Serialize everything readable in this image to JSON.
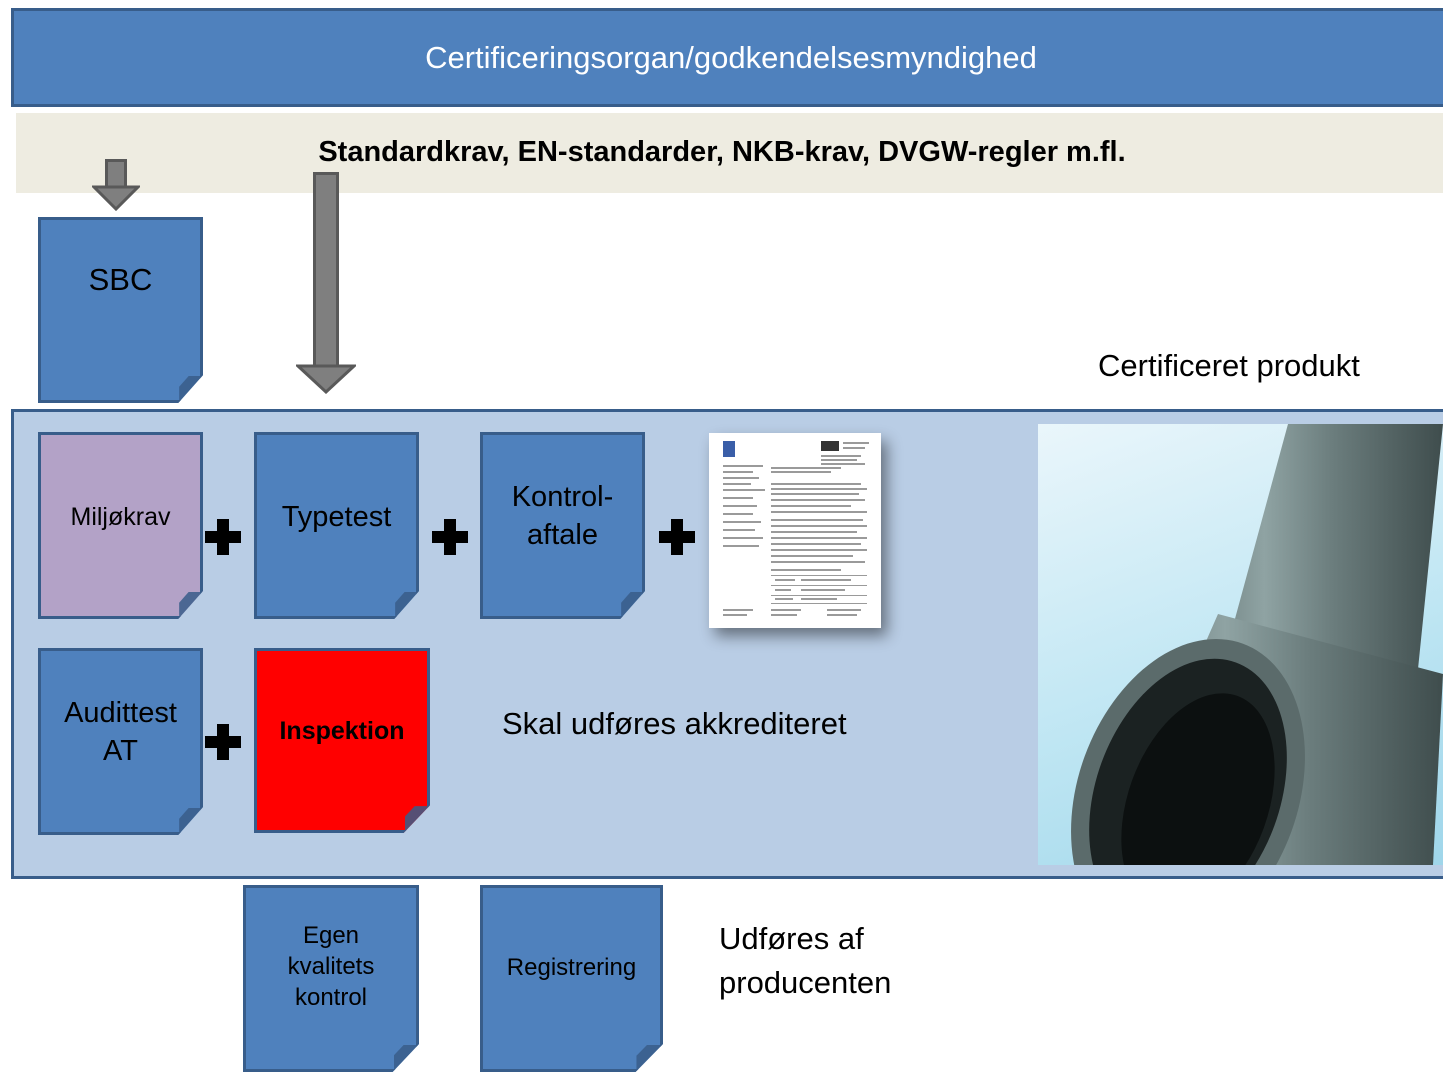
{
  "banner": {
    "title": "Certificeringsorgan/godkendelsesmyndighed"
  },
  "standards": {
    "text": "Standardkrav, EN-standarder, NKB-krav, DVGW-regler m.fl."
  },
  "boxes": {
    "sbc": "SBC",
    "miljokrav": "Miljøkrav",
    "typetest": "Typetest",
    "kontrolaftale_1": "Kontrol-",
    "kontrolaftale_2": "aftale",
    "audittest_1": "Audittest",
    "audittest_2": "AT",
    "inspektion": "Inspektion",
    "egen_1": "Egen",
    "egen_2": "kvalitets",
    "egen_3": "kontrol",
    "registrering": "Registrering"
  },
  "labels": {
    "certificeret_produkt": "Certificeret produkt",
    "akkrediteret": "Skal udføres akkrediteret",
    "producent_1": "Udføres af",
    "producent_2": "producenten"
  },
  "colors": {
    "box_blue": "#4f81bd",
    "box_border": "#385d8a",
    "miljokrav_fill": "#b3a2c7",
    "inspektion_fill": "#ff0000",
    "panel_fill": "#b9cde5",
    "standards_band": "#eeece1"
  }
}
